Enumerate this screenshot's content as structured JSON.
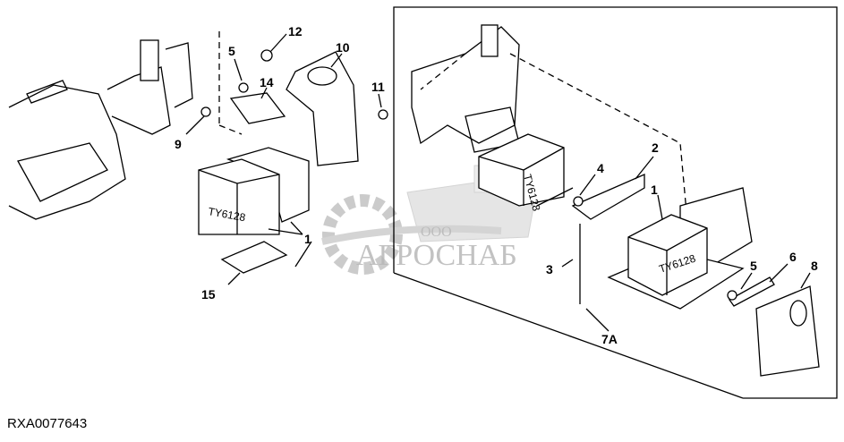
{
  "diagram": {
    "caption": "RXA0077643",
    "battery_marking": "TY6128",
    "left_callouts": {
      "c12": "12",
      "c5": "5",
      "c10": "10",
      "c14": "14",
      "c11": "11",
      "c9": "9",
      "c1": "1",
      "c15": "15"
    },
    "right_callouts": {
      "c2": "2",
      "c4": "4",
      "c1": "1",
      "c3": "3",
      "c5": "5",
      "c6": "6",
      "c8": "8",
      "c7a": "7A"
    }
  },
  "watermark": {
    "prefix": "ООО",
    "name": "АГРОСНАБ"
  }
}
